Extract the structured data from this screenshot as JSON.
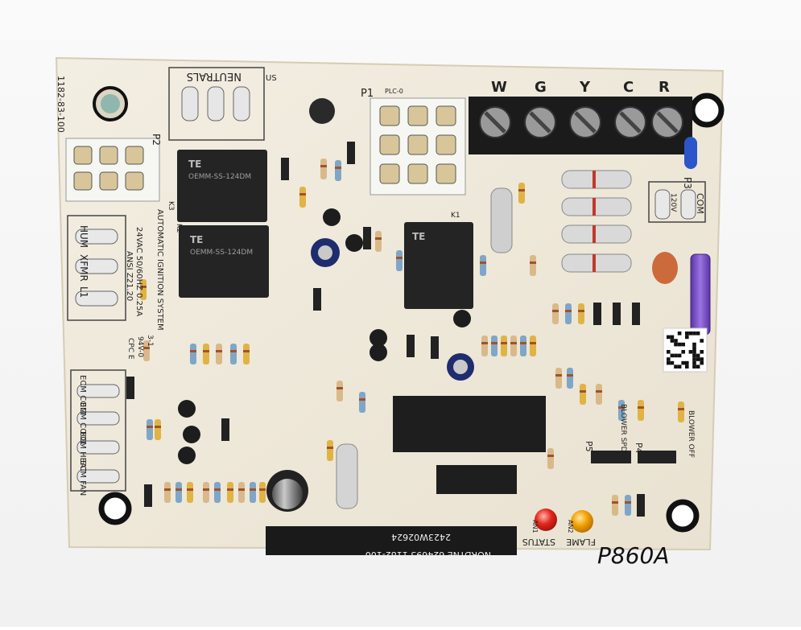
{
  "board": {
    "part_top": "1182-83-100",
    "neutrals": "NEUTRALS",
    "p1": "P1",
    "p2": "P2",
    "p3": "P3",
    "p4": "P4",
    "p5": "P5",
    "plc": "PLC-0",
    "ul_us": "US",
    "igniter_rating": "AUTOMATIC IGNITION SYSTEM",
    "rating_line1": "24VAC 50/60HZ 0.25A",
    "rating_line2": "ANSI Z21.20",
    "cpc": "CPC E",
    "v94": "94V-0",
    "code_3_1": "3-1",
    "hum": "HUM",
    "xfmr": "XFMR",
    "l1": "L1",
    "ecm_com": "ECM COM",
    "ecm_cool": "ECM COOL",
    "ecm_heat": "ECM HEAT",
    "ecm_fan": "ECM FAN",
    "com": "COM",
    "line_120v": "120V",
    "terminals": [
      "R",
      "C",
      "Y",
      "G",
      "W"
    ],
    "blower_off": "BLOWER OFF",
    "blower_spd": "BLOWER SPD",
    "status": "STATUS",
    "flame": "FLAME",
    "an1": "AN1",
    "an2": "AN2",
    "nordyne_line1": "NORDYNE 624693 1182-100",
    "nordyne_line2": "2423W02624",
    "handwritten": "P860A",
    "relay_brand": "TE",
    "relay_k1": "K1",
    "relay_k2": "K2",
    "relay_k3": "K3",
    "relay_model": "OEMM-SS-124DM"
  },
  "colors": {
    "board": "#efe8d8",
    "terminal_block": "#1b1b1b",
    "relay": "#242424",
    "status_led": "#e2261b",
    "flame_led": "#f0a000",
    "fuse": "#7a4fc9",
    "capacitor_blue": "#1f2c6e"
  }
}
